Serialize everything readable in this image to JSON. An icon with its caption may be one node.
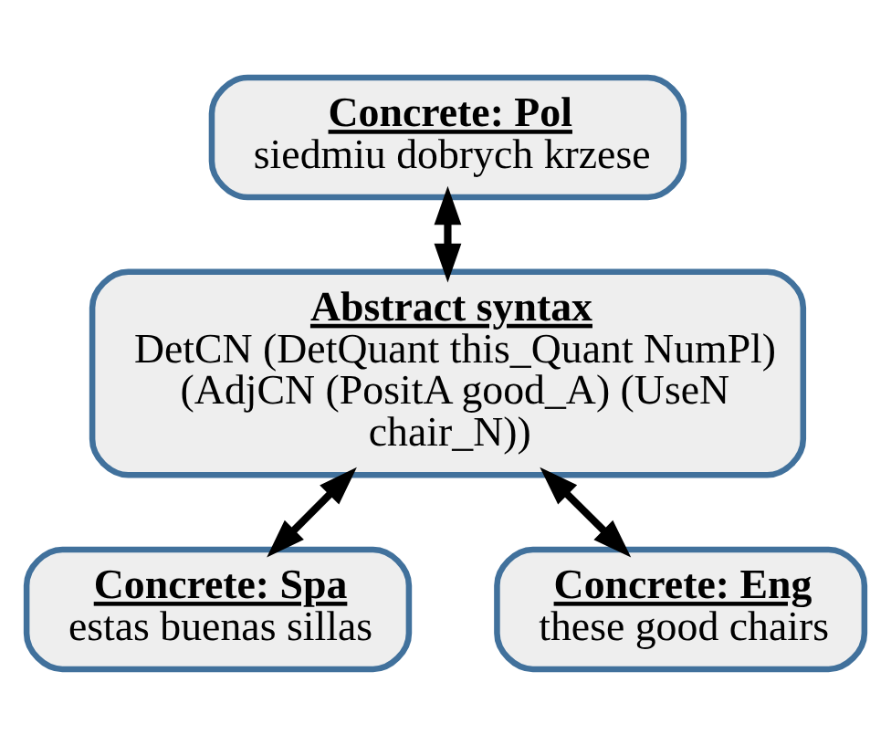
{
  "diagram": {
    "nodes": [
      {
        "text": [
          "Concrete: Pol",
          "siedmiu dobrych krzese"
        ]
      },
      {
        "text": [
          "Abstract syntax",
          "DetCN (DetQuant this_Quant NumPl) (AdjCN (PositA good_A) (UseN chair_N))"
        ]
      },
      {
        "text": [
          "Concrete: Spa",
          "estas buenas sillas"
        ]
      },
      {
        "text": [
          "Concrete: Eng",
          "these good chairs"
        ]
      }
    ],
    "edges": [
      {
        "from": 0,
        "to": 1,
        "arrow": "both"
      },
      {
        "from": 1,
        "to": 2,
        "arrow": "both"
      },
      {
        "from": 1,
        "to": 3,
        "arrow": "both"
      }
    ]
  }
}
